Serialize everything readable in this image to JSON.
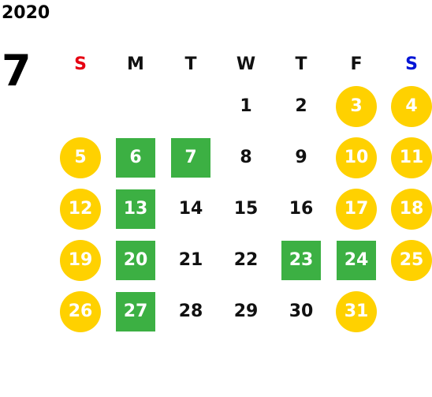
{
  "year": "2020",
  "month": "7",
  "colors": {
    "sunday_label": "#e60012",
    "saturday_label": "#0015d6",
    "weekend_fill": "#ffd100",
    "highlight_fill": "#3cb043"
  },
  "weekdays": [
    "S",
    "M",
    "T",
    "W",
    "T",
    "F",
    "S"
  ],
  "days": [
    {
      "day": "1",
      "col": 4,
      "style": "plain"
    },
    {
      "day": "2",
      "col": 5,
      "style": "plain"
    },
    {
      "day": "3",
      "col": 6,
      "style": "weekend"
    },
    {
      "day": "4",
      "col": 7,
      "style": "weekend"
    },
    {
      "day": "5",
      "col": 1,
      "style": "weekend"
    },
    {
      "day": "6",
      "col": 2,
      "style": "holiday"
    },
    {
      "day": "7",
      "col": 3,
      "style": "holiday"
    },
    {
      "day": "8",
      "col": 4,
      "style": "plain"
    },
    {
      "day": "9",
      "col": 5,
      "style": "plain"
    },
    {
      "day": "10",
      "col": 6,
      "style": "weekend"
    },
    {
      "day": "11",
      "col": 7,
      "style": "weekend"
    },
    {
      "day": "12",
      "col": 1,
      "style": "weekend"
    },
    {
      "day": "13",
      "col": 2,
      "style": "holiday"
    },
    {
      "day": "14",
      "col": 3,
      "style": "plain"
    },
    {
      "day": "15",
      "col": 4,
      "style": "plain"
    },
    {
      "day": "16",
      "col": 5,
      "style": "plain"
    },
    {
      "day": "17",
      "col": 6,
      "style": "weekend"
    },
    {
      "day": "18",
      "col": 7,
      "style": "weekend"
    },
    {
      "day": "19",
      "col": 1,
      "style": "weekend"
    },
    {
      "day": "20",
      "col": 2,
      "style": "holiday"
    },
    {
      "day": "21",
      "col": 3,
      "style": "plain"
    },
    {
      "day": "22",
      "col": 4,
      "style": "plain"
    },
    {
      "day": "23",
      "col": 5,
      "style": "holiday"
    },
    {
      "day": "24",
      "col": 6,
      "style": "holiday"
    },
    {
      "day": "25",
      "col": 7,
      "style": "weekend"
    },
    {
      "day": "26",
      "col": 1,
      "style": "weekend"
    },
    {
      "day": "27",
      "col": 2,
      "style": "holiday"
    },
    {
      "day": "28",
      "col": 3,
      "style": "plain"
    },
    {
      "day": "29",
      "col": 4,
      "style": "plain"
    },
    {
      "day": "30",
      "col": 5,
      "style": "plain"
    },
    {
      "day": "31",
      "col": 6,
      "style": "weekend"
    }
  ]
}
